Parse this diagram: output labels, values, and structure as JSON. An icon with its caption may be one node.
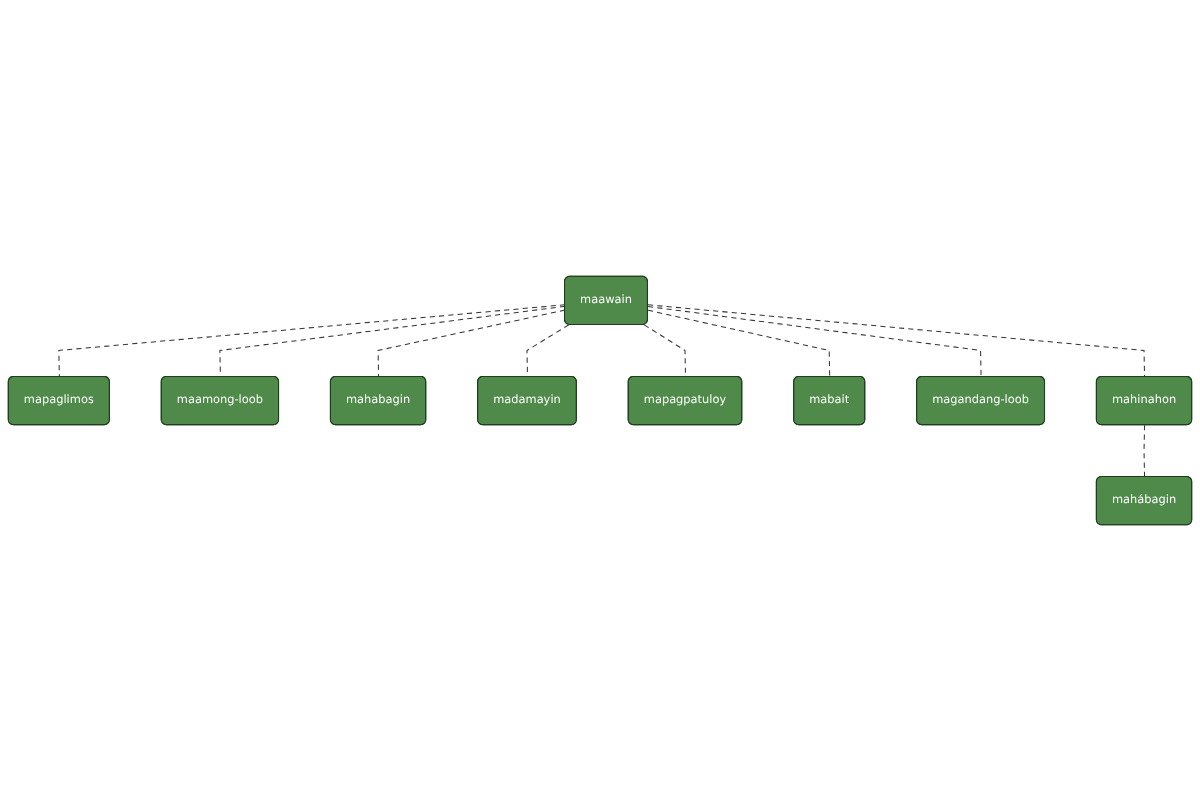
{
  "diagram": {
    "nodes": [
      {
        "text": [
          "maawain"
        ]
      },
      {
        "text": [
          "mapaglimos"
        ]
      },
      {
        "text": [
          "maamong-loob"
        ]
      },
      {
        "text": [
          "mahabagin"
        ]
      },
      {
        "text": [
          "madamayin"
        ]
      },
      {
        "text": [
          "mapagpatuloy"
        ]
      },
      {
        "text": [
          "mabait"
        ]
      },
      {
        "text": [
          "magandang-loob"
        ]
      },
      {
        "text": [
          "mahinahon"
        ]
      },
      {
        "text": [
          "mahábagin"
        ]
      }
    ],
    "edges": [
      {
        "from": 0,
        "to": 1,
        "arrow": "none",
        "style": "dashed"
      },
      {
        "from": 0,
        "to": 2,
        "arrow": "none",
        "style": "dashed"
      },
      {
        "from": 0,
        "to": 3,
        "arrow": "none",
        "style": "dashed"
      },
      {
        "from": 0,
        "to": 4,
        "arrow": "none",
        "style": "dashed"
      },
      {
        "from": 0,
        "to": 5,
        "arrow": "none",
        "style": "dashed"
      },
      {
        "from": 0,
        "to": 6,
        "arrow": "none",
        "style": "dashed"
      },
      {
        "from": 0,
        "to": 7,
        "arrow": "none",
        "style": "dashed"
      },
      {
        "from": 0,
        "to": 8,
        "arrow": "none",
        "style": "dashed"
      },
      {
        "from": 8,
        "to": 9,
        "arrow": "none",
        "style": "dashed"
      }
    ]
  }
}
